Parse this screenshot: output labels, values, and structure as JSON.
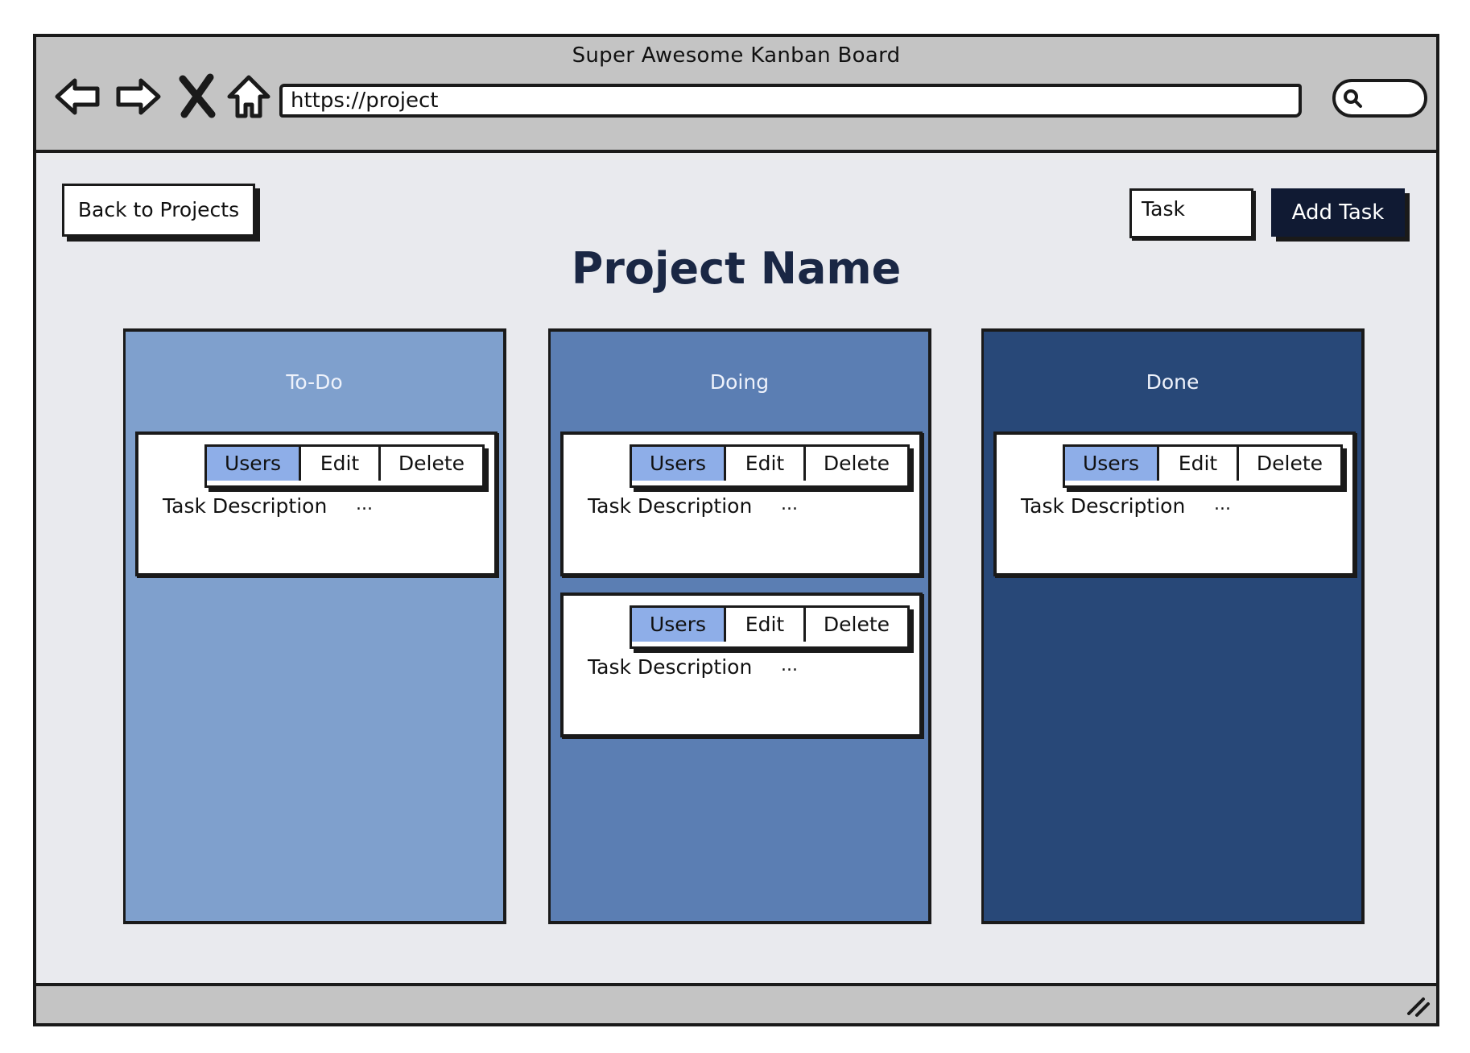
{
  "window": {
    "title": "Super Awesome Kanban Board",
    "url": "https://project"
  },
  "toolbar": {
    "back_label": "Back to Projects",
    "task_input_value": "Task",
    "add_label": "Add Task"
  },
  "project": {
    "title": "Project Name"
  },
  "columns": [
    {
      "title": "To-Do",
      "color": "#7fa0cd",
      "cards": [
        {
          "users": "Users",
          "edit": "Edit",
          "delete": "Delete",
          "description": "Task Description",
          "ellipsis": "..."
        }
      ]
    },
    {
      "title": "Doing",
      "color": "#5b7eb3",
      "cards": [
        {
          "users": "Users",
          "edit": "Edit",
          "delete": "Delete",
          "description": "Task Description",
          "ellipsis": "..."
        },
        {
          "users": "Users",
          "edit": "Edit",
          "delete": "Delete",
          "description": "Task Description",
          "ellipsis": "..."
        }
      ]
    },
    {
      "title": "Done",
      "color": "#284878",
      "cards": [
        {
          "users": "Users",
          "edit": "Edit",
          "delete": "Delete",
          "description": "Task Description",
          "ellipsis": "..."
        }
      ]
    }
  ],
  "icons": {
    "back": "arrow-left-icon",
    "forward": "arrow-right-icon",
    "stop": "close-icon",
    "home": "home-icon",
    "search": "search-icon",
    "resize": "resize-grip-icon"
  },
  "colors": {
    "users_button": "#8eaee8",
    "add_button": "#101a33",
    "title": "#1a2744"
  }
}
